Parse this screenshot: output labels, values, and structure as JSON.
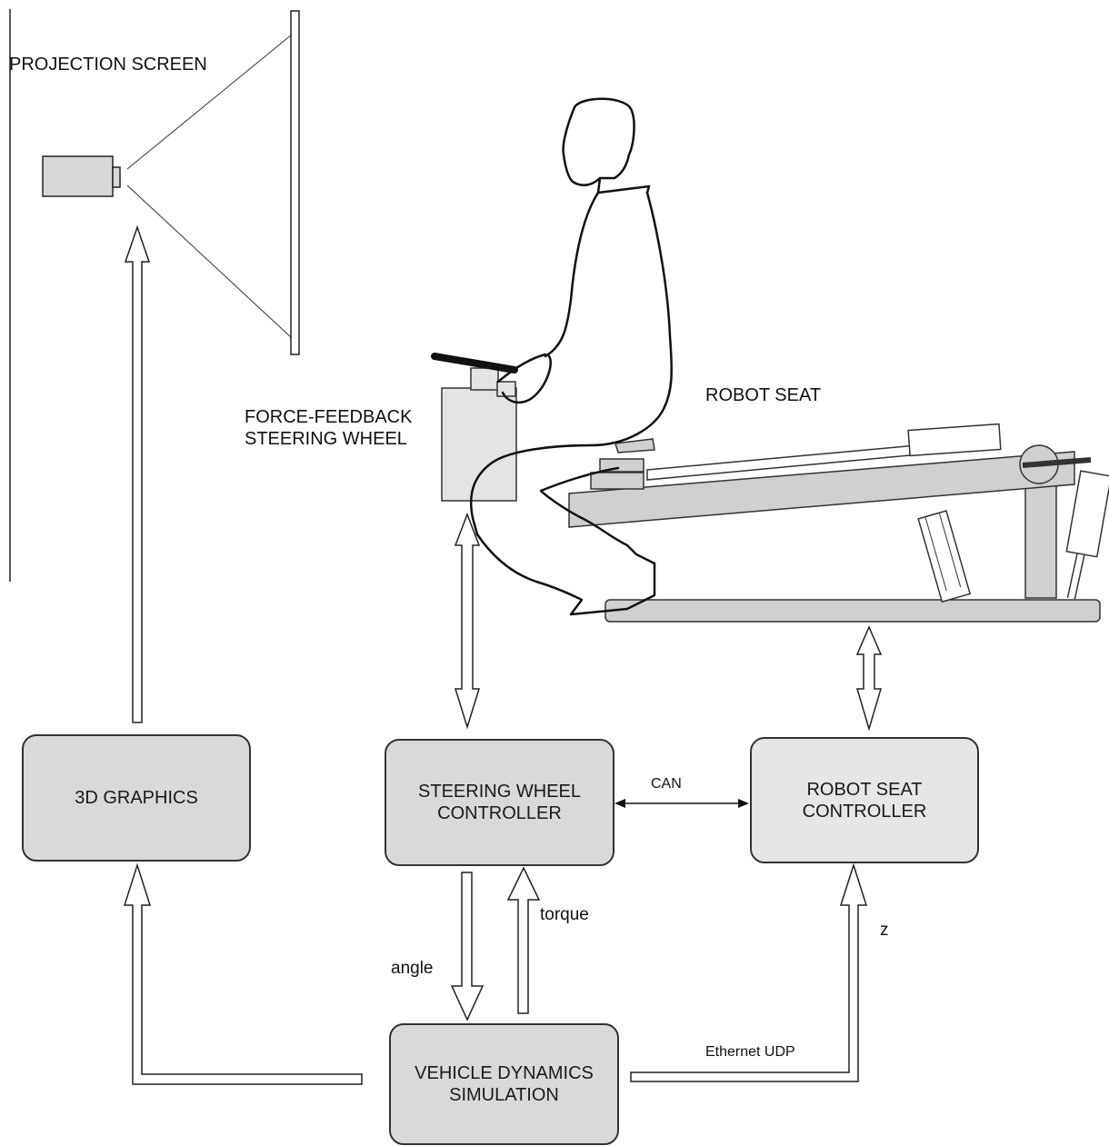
{
  "labels": {
    "projection_screen": "PROJECTION SCREEN",
    "robot_seat": "ROBOT SEAT",
    "force_feedback_line1": "FORCE-FEEDBACK",
    "force_feedback_line2": "STEERING WHEEL",
    "can": "CAN",
    "torque": "torque",
    "angle": "angle",
    "z": "z",
    "ethernet_udp": "Ethernet UDP"
  },
  "boxes": {
    "graphics": "3D GRAPHICS",
    "steering_controller": "STEERING WHEEL\nCONTROLLER",
    "seat_controller": "ROBOT SEAT\nCONTROLLER",
    "vehicle_dynamics": "VEHICLE DYNAMICS\nSIMULATION"
  },
  "colors": {
    "box_fill": "#d9d9d9",
    "box_fill_light": "#e6e6e6",
    "stroke": "#333333",
    "platform_fill": "#cfcfcf"
  }
}
